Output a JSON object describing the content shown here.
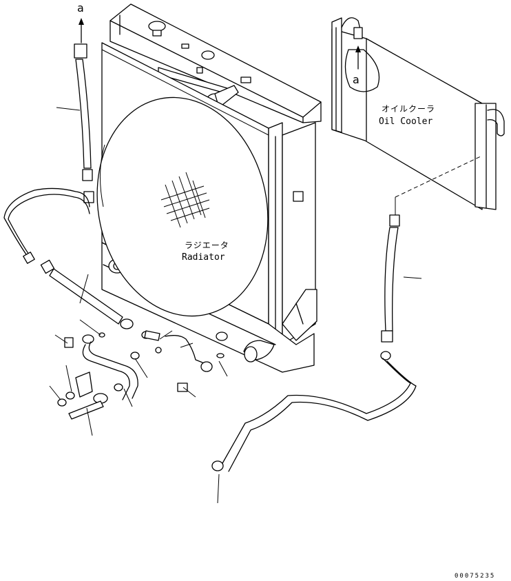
{
  "labels": {
    "arrow_a_top": "a",
    "arrow_a_cooler": "a",
    "oil_cooler_jp": "オイルクーラ",
    "oil_cooler_en": "Oil Cooler",
    "radiator_jp": "ラジエータ",
    "radiator_en": "Radiator",
    "drawing_number": "00075235"
  }
}
